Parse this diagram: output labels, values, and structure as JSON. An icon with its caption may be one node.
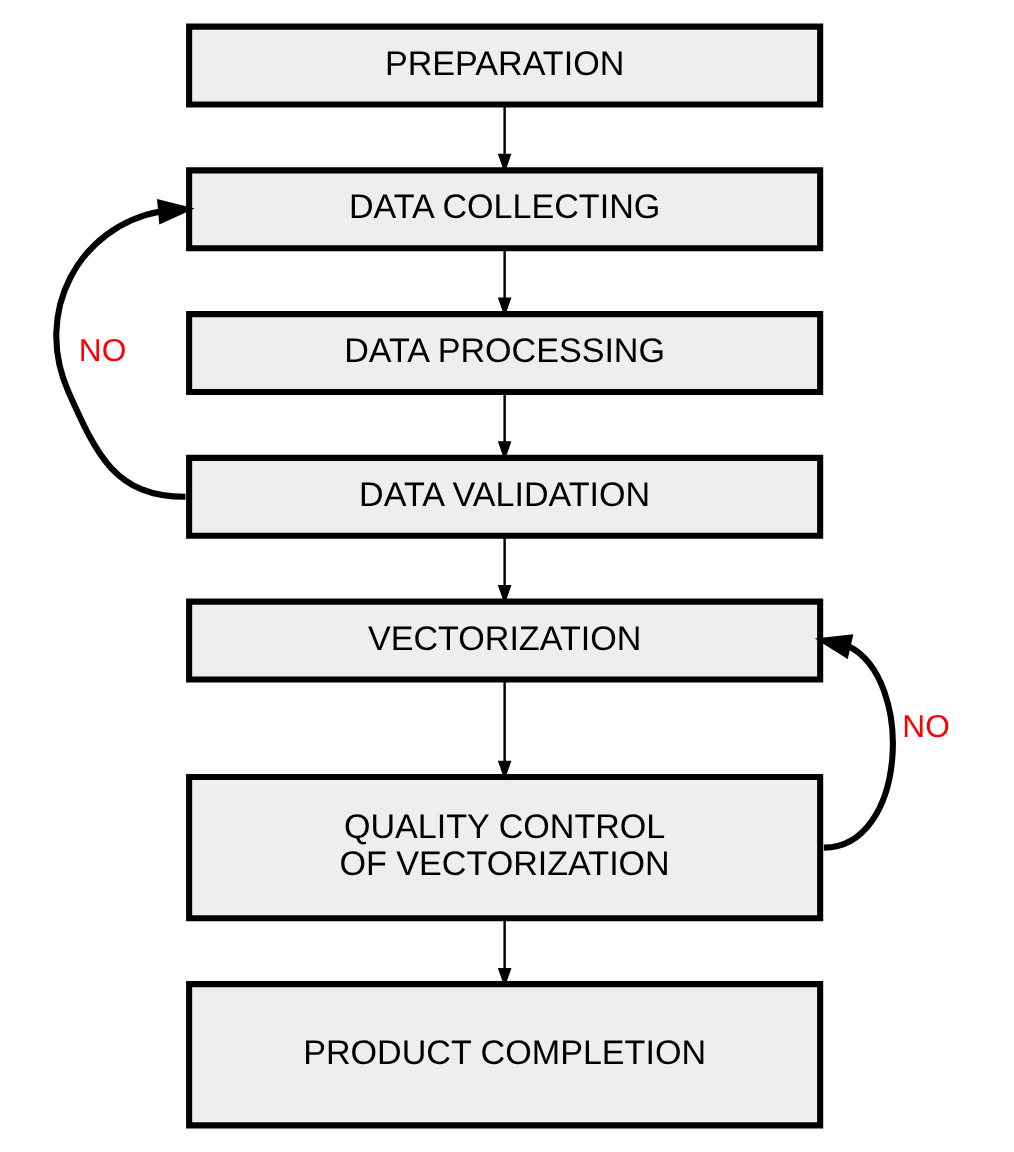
{
  "diagram": {
    "nodes": [
      {
        "text": [
          "PREPARATION"
        ]
      },
      {
        "text": [
          "DATA COLLECTING"
        ]
      },
      {
        "text": [
          "DATA PROCESSING"
        ]
      },
      {
        "text": [
          "DATA VALIDATION"
        ]
      },
      {
        "text": [
          "VECTORIZATION"
        ]
      },
      {
        "text": [
          "QUALITY CONTROL OF VECTORIZATION"
        ]
      },
      {
        "text": [
          "PRODUCT COMPLETION"
        ]
      }
    ],
    "edges": [
      {
        "from": 0,
        "to": 1,
        "arrow": "to"
      },
      {
        "from": 1,
        "to": 2,
        "arrow": "to"
      },
      {
        "from": 2,
        "to": 3,
        "arrow": "to"
      },
      {
        "from": 3,
        "to": 4,
        "arrow": "to"
      },
      {
        "from": 4,
        "to": 5,
        "arrow": "to"
      },
      {
        "from": 5,
        "to": 6,
        "arrow": "to"
      },
      {
        "from": 3,
        "to": 1,
        "arrow": "to",
        "label": "NO",
        "style": "thick"
      },
      {
        "from": 5,
        "to": 4,
        "arrow": "to",
        "label": "NO",
        "style": "thick"
      }
    ]
  }
}
